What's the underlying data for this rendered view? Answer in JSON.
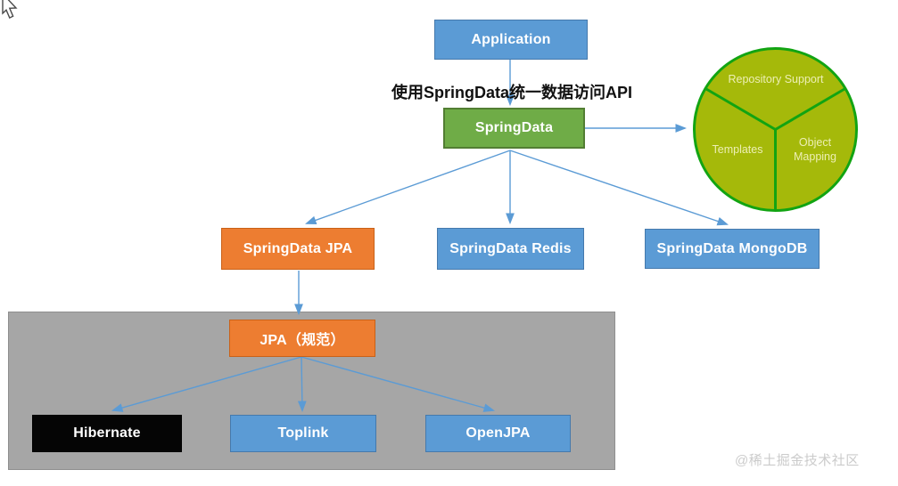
{
  "diagram": {
    "annotation": "使用SpringData统一数据访问API",
    "nodes": {
      "application": {
        "label": "Application",
        "color": "#5B9BD5"
      },
      "springdata": {
        "label": "SpringData",
        "color": "#6FAC47"
      },
      "springdata_jpa": {
        "label": "SpringData JPA",
        "color": "#ED7D31"
      },
      "springdata_redis": {
        "label": "SpringData Redis",
        "color": "#5B9BD5"
      },
      "springdata_mongodb": {
        "label": "SpringData MongoDB",
        "color": "#5B9BD5"
      },
      "jpa_spec": {
        "label": "JPA（规范）",
        "color": "#ED7D31"
      },
      "hibernate": {
        "label": "Hibernate",
        "color": "#050505"
      },
      "toplink": {
        "label": "Toplink",
        "color": "#5B9BD5"
      },
      "openjpa": {
        "label": "OpenJPA",
        "color": "#5B9BD5"
      }
    },
    "pie": {
      "fill": "#A5B90A",
      "stroke": "#12A412",
      "segments": [
        {
          "label": "Repository Support"
        },
        {
          "label": "Templates"
        },
        {
          "label": "Object Mapping"
        }
      ]
    },
    "arrow_color": "#5B9BD5"
  },
  "watermark": "@稀土掘金技术社区"
}
